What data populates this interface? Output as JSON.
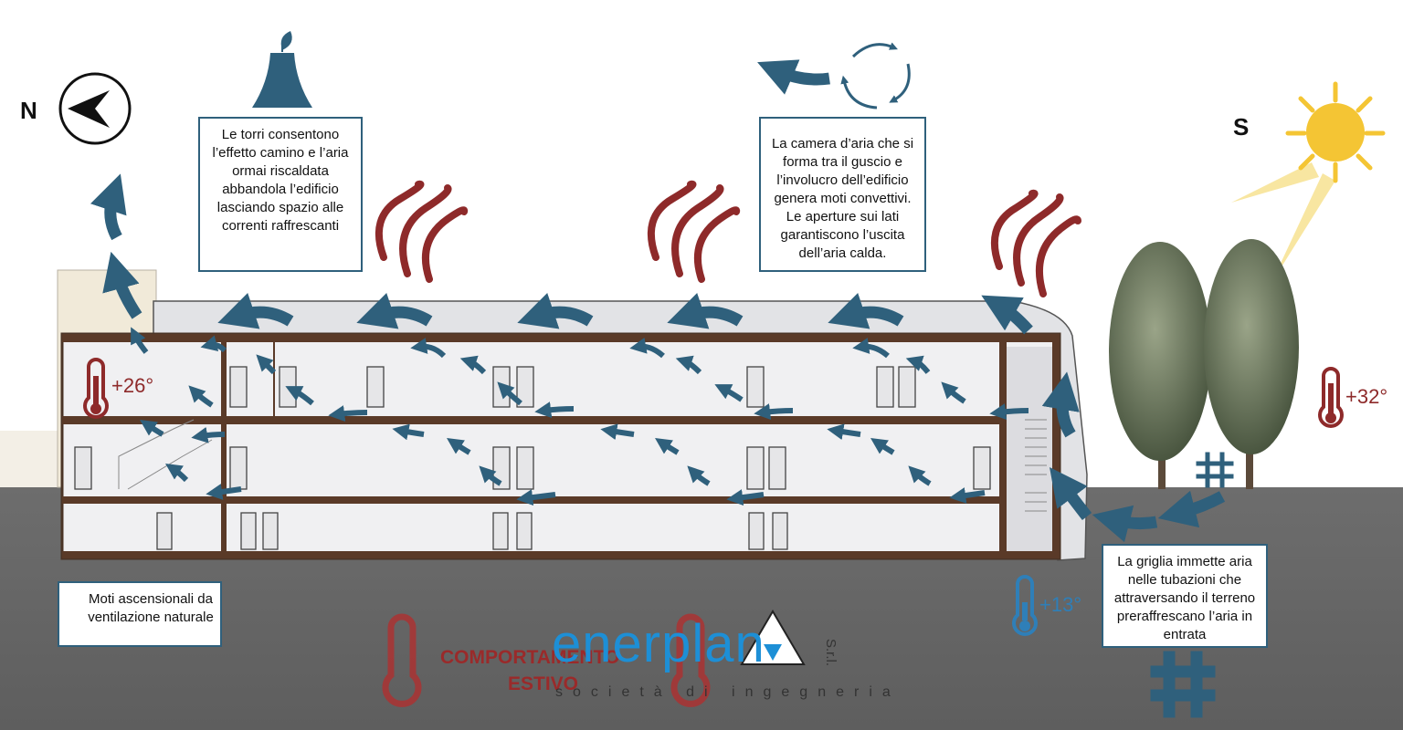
{
  "compass": {
    "north": "N",
    "south": "S"
  },
  "captions": {
    "towers": "Le torri consentono l’effetto camino e l’aria ormai riscaldata abbandola l’edificio lasciando spazio alle correnti raffrescanti",
    "air_chamber": "La camera d’aria che si forma tra il guscio e l’involucro dell’edificio genera moti convettivi. Le aperture sui lati garantiscono l’uscita dell’aria calda.",
    "grille": "La griglia immette aria nelle tubazioni che attraversando il terreno preraffrescano l’aria in entrata",
    "legend": "Moti ascensionali da ventilazione naturale"
  },
  "temperatures": {
    "inside": "+26°",
    "outside": "+32°",
    "ground": "+13°"
  },
  "title": {
    "line1": "COMPORTAMENTO",
    "line2": "ESTIVO"
  },
  "logo": {
    "word": "enerplan",
    "suffix": "S.r.l.",
    "tagline": "società di ingegneria"
  },
  "icons": [
    "compass-icon",
    "chimney-tower-icon",
    "cycle-arrows-icon",
    "sun-icon",
    "heat-wave-icon",
    "thermometer-icon",
    "tree-icon",
    "grille-hash-icon",
    "airflow-arrow-icon"
  ],
  "colors": {
    "arrow": "#2f607c",
    "heat": "#8e2a2a",
    "ground": "#6b6b6b",
    "structure": "#5a3a28",
    "sun": "#f4c534",
    "logo": "#1d8fd6"
  }
}
